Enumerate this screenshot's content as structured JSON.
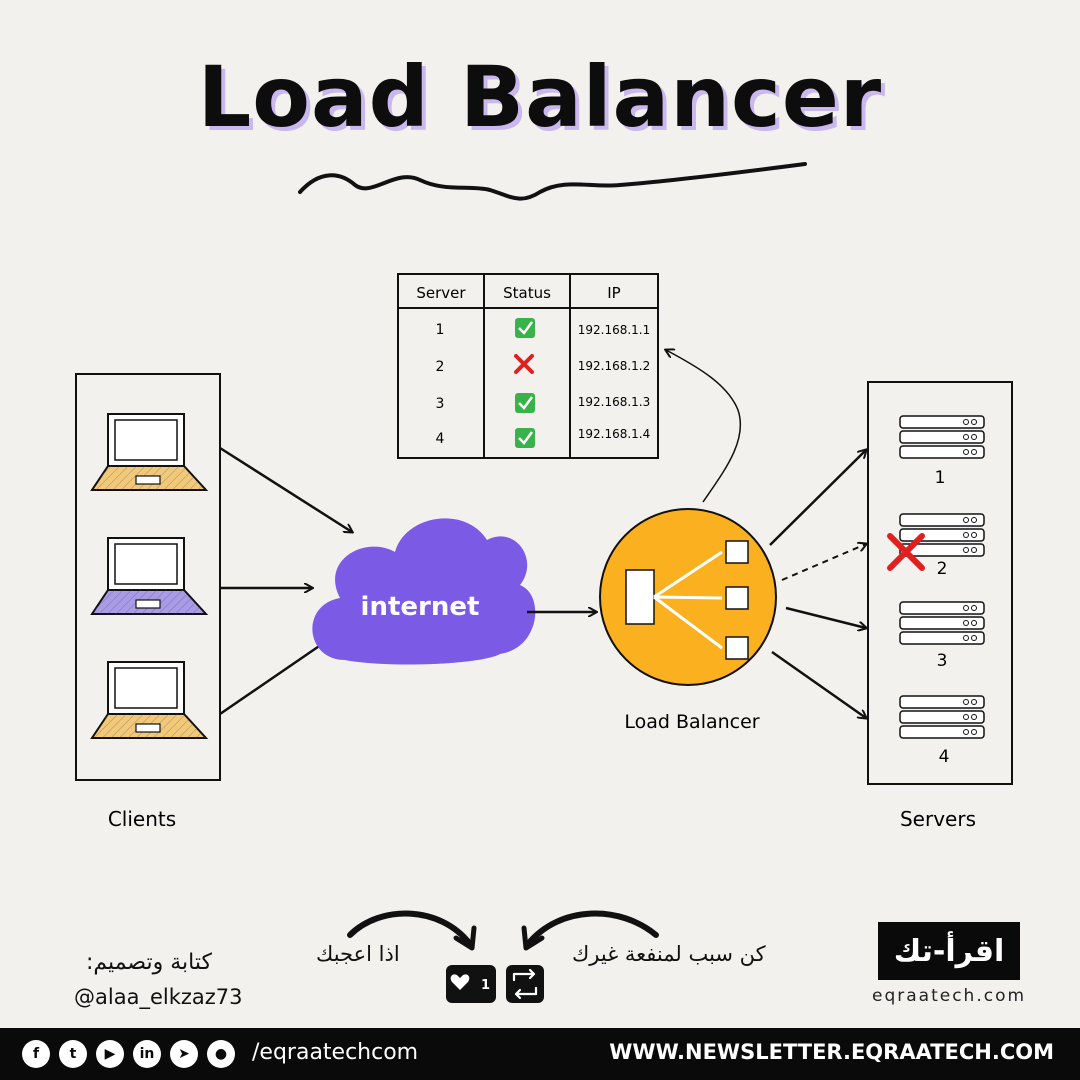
{
  "title": "Load Balancer",
  "table": {
    "headers": [
      "Server",
      "Status",
      "IP"
    ],
    "rows": [
      {
        "server": "1",
        "status": "ok",
        "ip": "192.168.1.1"
      },
      {
        "server": "2",
        "status": "down",
        "ip": "192.168.1.2"
      },
      {
        "server": "3",
        "status": "ok",
        "ip": "192.168.1.3"
      },
      {
        "server": "4",
        "status": "ok",
        "ip": "192.168.1.4"
      }
    ]
  },
  "labels": {
    "clients": "Clients",
    "servers": "Servers",
    "internet": "internet",
    "load_balancer": "Load Balancer",
    "server_numbers": [
      "1",
      "2",
      "3",
      "4"
    ]
  },
  "colors": {
    "internet": "#7b5be6",
    "load_balancer": "#fbb020",
    "title_shadow": "#c9b8ee",
    "ok": "#37b34a",
    "down": "#e02020",
    "laptop_1": "#f2c879",
    "laptop_2": "#a99be8",
    "laptop_3": "#f2c879"
  },
  "promo": {
    "like_text": "اذا اعجبك",
    "share_text": "كن سبب لمنفعة غيرك",
    "like_count": "1",
    "credit_label": "كتابة وتصميم:",
    "credit_handle": "@alaa_elkzaz73",
    "logo_text": "اقرأ-تك",
    "logo_site": "eqraatech.com"
  },
  "footer": {
    "social_icons": [
      "facebook-icon",
      "twitter-icon",
      "youtube-icon",
      "linkedin-icon",
      "telegram-icon",
      "github-icon"
    ],
    "handle": "/eqraatechcom",
    "website": "WWW.NEWSLETTER.EQRAATECH.COM"
  }
}
